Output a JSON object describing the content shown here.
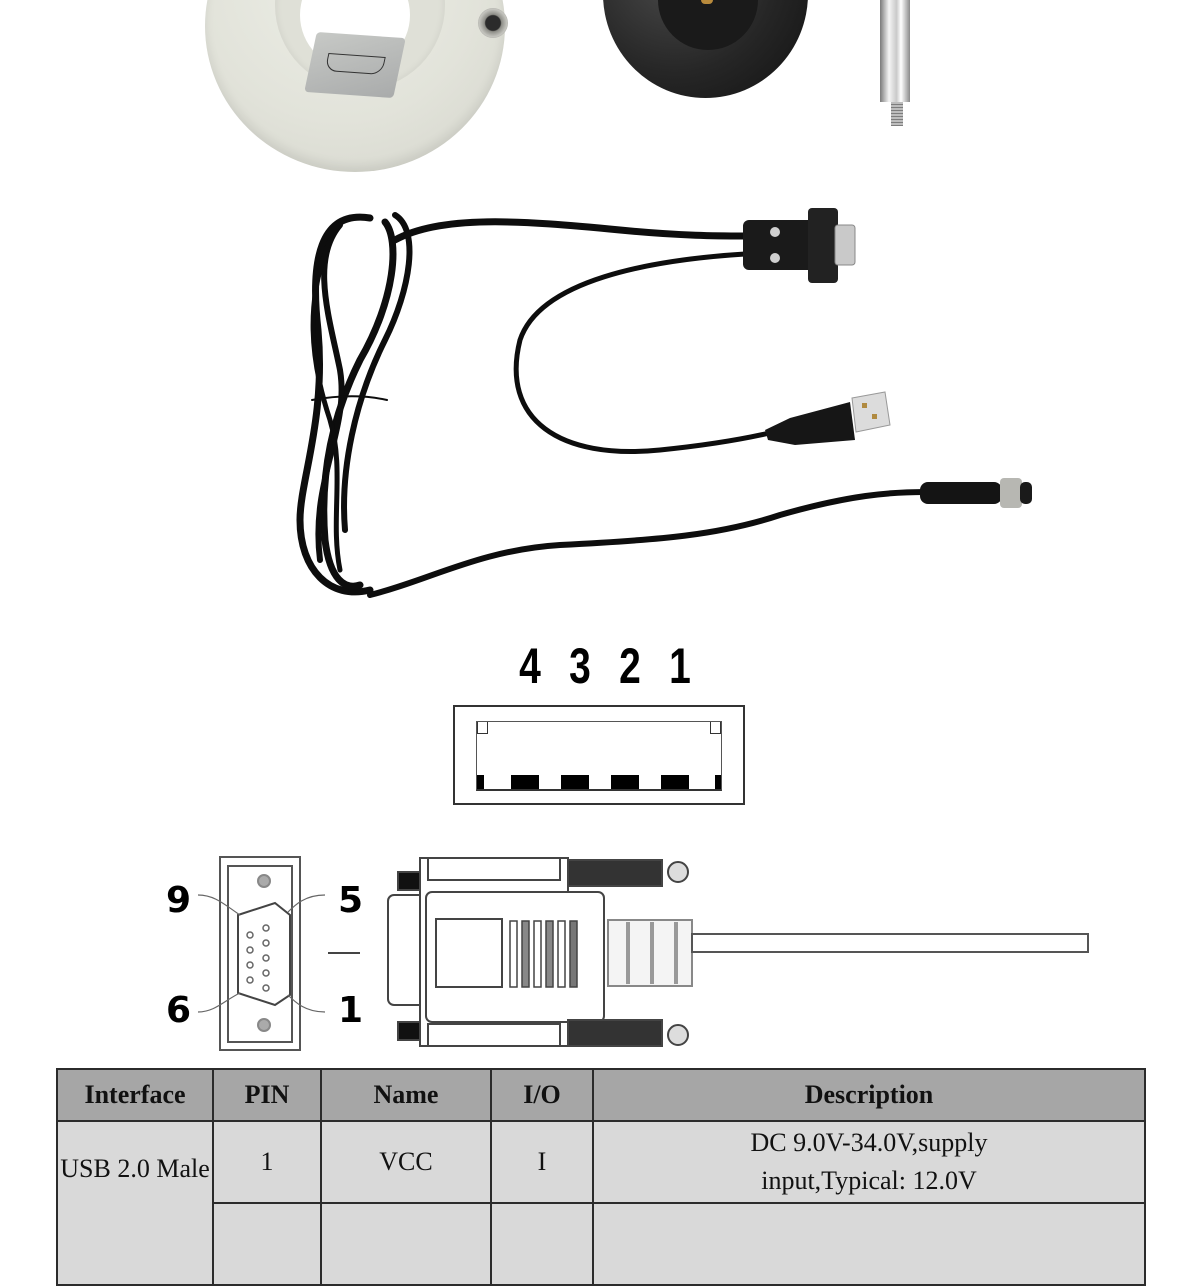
{
  "photos": {
    "items": [
      {
        "name": "white-antenna-base",
        "description": "Gray-white circular antenna housing with M12 connector and label"
      },
      {
        "name": "black-magnetic-mount",
        "description": "Black round magnetic mount base"
      },
      {
        "name": "chrome-extension-pole",
        "description": "Chrome-plated extension rod with threaded end"
      },
      {
        "name": "y-cable",
        "description": "Black coiled Y-cable with DB9 female, USB-A male and M12 circular connectors"
      }
    ]
  },
  "usb_diagram": {
    "pin_numbers": [
      "4",
      "3",
      "2",
      "1"
    ]
  },
  "db9_diagram": {
    "labels": {
      "top_left": "9",
      "top_right": "5",
      "bottom_left": "6",
      "bottom_right": "1"
    }
  },
  "table": {
    "headers": [
      "Interface",
      "PIN",
      "Name",
      "I/O",
      "Description"
    ],
    "rows": [
      {
        "interface": "USB 2.0 Male",
        "pin": "1",
        "name": "VCC",
        "io": "I",
        "description_line1": "DC 9.0V-34.0V,supply",
        "description_line2": "input,Typical: 12.0V"
      }
    ],
    "colors": {
      "header_bg": "#a6a6a6",
      "cell_bg": "#d9d9d9",
      "border": "#2b2b2b"
    }
  }
}
